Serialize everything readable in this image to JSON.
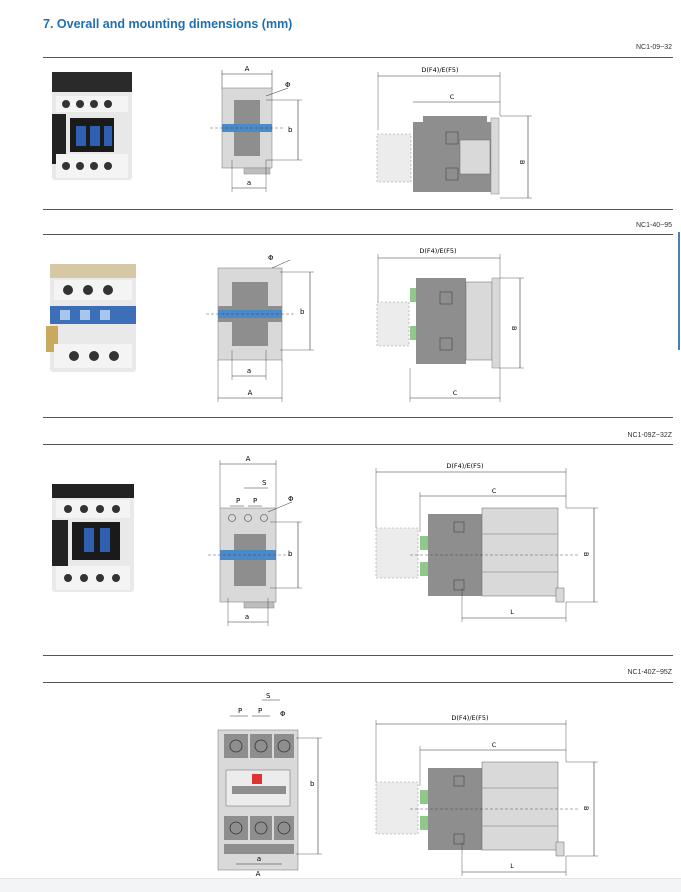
{
  "heading": "7. Overall and mounting dimensions (mm)",
  "sections": [
    {
      "model": "NC1-09~32",
      "d_label": "D(F4)/E(F5)",
      "c_label": "C",
      "b_label": "B",
      "a_upper": "A",
      "a_lower": "a",
      "b_small": "b",
      "phi": "Φ"
    },
    {
      "model": "NC1-40~95",
      "d_label": "D(F4)/E(F5)",
      "c_label": "C",
      "b_label": "B",
      "a_upper": "A",
      "a_lower": "a",
      "b_small": "b",
      "phi": "Φ"
    },
    {
      "model": "NC1-09Z~32Z",
      "d_label": "D(F4)/E(F5)",
      "c_label": "C",
      "b_label": "B",
      "l_label": "L",
      "a_upper": "A",
      "a_lower": "a",
      "b_small": "b",
      "phi": "Φ",
      "s_label": "S",
      "p_label": "P"
    },
    {
      "model": "NC1-40Z~95Z",
      "d_label": "D(F4)/E(F5)",
      "c_label": "C",
      "b_label": "B",
      "l_label": "L",
      "a_upper": "A",
      "a_lower": "a",
      "b_small": "b",
      "phi": "Φ",
      "s_label": "S",
      "p_label": "P"
    }
  ],
  "colors": {
    "accent": "#1f6fb4",
    "body_gray": "#8e8e8e",
    "light_gray": "#d9d9d9",
    "blue_bar": "#4c89c8",
    "green_term": "#8fc88a"
  }
}
